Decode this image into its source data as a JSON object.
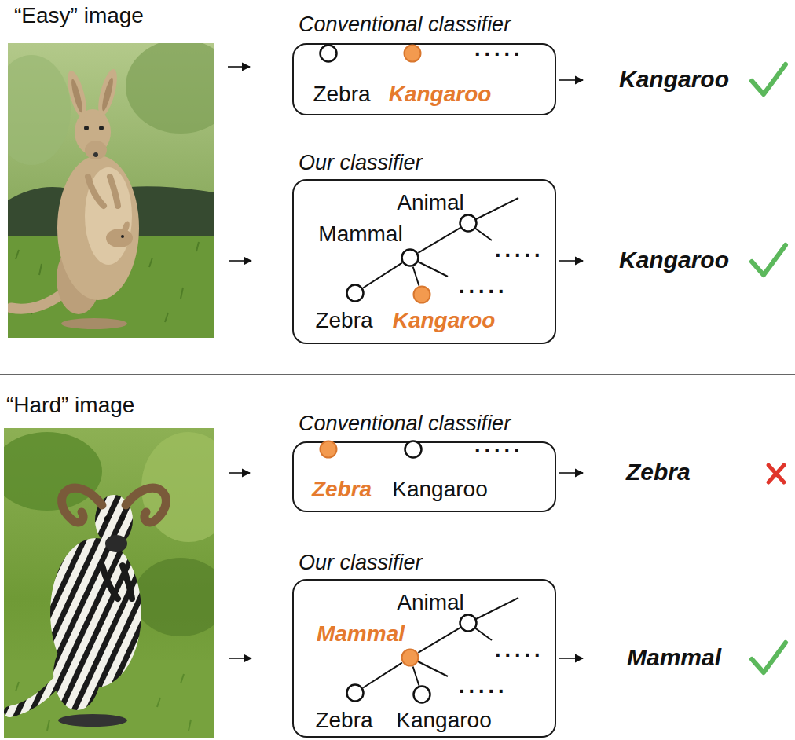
{
  "diagram": {
    "nodes": [
      {
        "text": [
          "Conventional classifier"
        ]
      },
      {
        "text": [
          "Zebra"
        ],
        "in": 0
      },
      {
        "text": [
          "Kangaroo"
        ],
        "in": 0
      },
      {
        "text": [
          "Our classifier"
        ]
      },
      {
        "text": [
          "Animal"
        ],
        "in": 3
      },
      {
        "text": [
          "Mammal"
        ],
        "in": 3
      },
      {
        "text": [
          "Zebra"
        ],
        "in": 3
      },
      {
        "text": [
          "Kangaroo"
        ],
        "in": 3
      },
      {
        "text": [
          "Conventional classifier"
        ]
      },
      {
        "text": [
          "Zebra"
        ],
        "in": 8
      },
      {
        "text": [
          "Kangaroo"
        ],
        "in": 8
      },
      {
        "text": [
          "Our classifier"
        ]
      },
      {
        "text": [
          "Animal"
        ],
        "in": 11
      },
      {
        "text": [
          "Mammal"
        ],
        "in": 11
      },
      {
        "text": [
          "Zebra"
        ],
        "in": 11
      },
      {
        "text": [
          "Kangaroo"
        ],
        "in": 11
      }
    ],
    "edges": [
      {
        "from": 5,
        "to": 4,
        "arrow": "none"
      },
      {
        "from": 5,
        "to": 6,
        "arrow": "none"
      },
      {
        "from": 5,
        "to": 7,
        "arrow": "none"
      },
      {
        "from": 13,
        "to": 12,
        "arrow": "none"
      },
      {
        "from": 13,
        "to": 14,
        "arrow": "none"
      },
      {
        "from": 13,
        "to": 15,
        "arrow": "none"
      }
    ],
    "labels": [
      "“Easy” image",
      ".....",
      "Kangaroo",
      ".....",
      ".....",
      "Kangaroo",
      "“Hard” image",
      ".....",
      "Zebra",
      ".....",
      ".....",
      "Mammal"
    ]
  }
}
